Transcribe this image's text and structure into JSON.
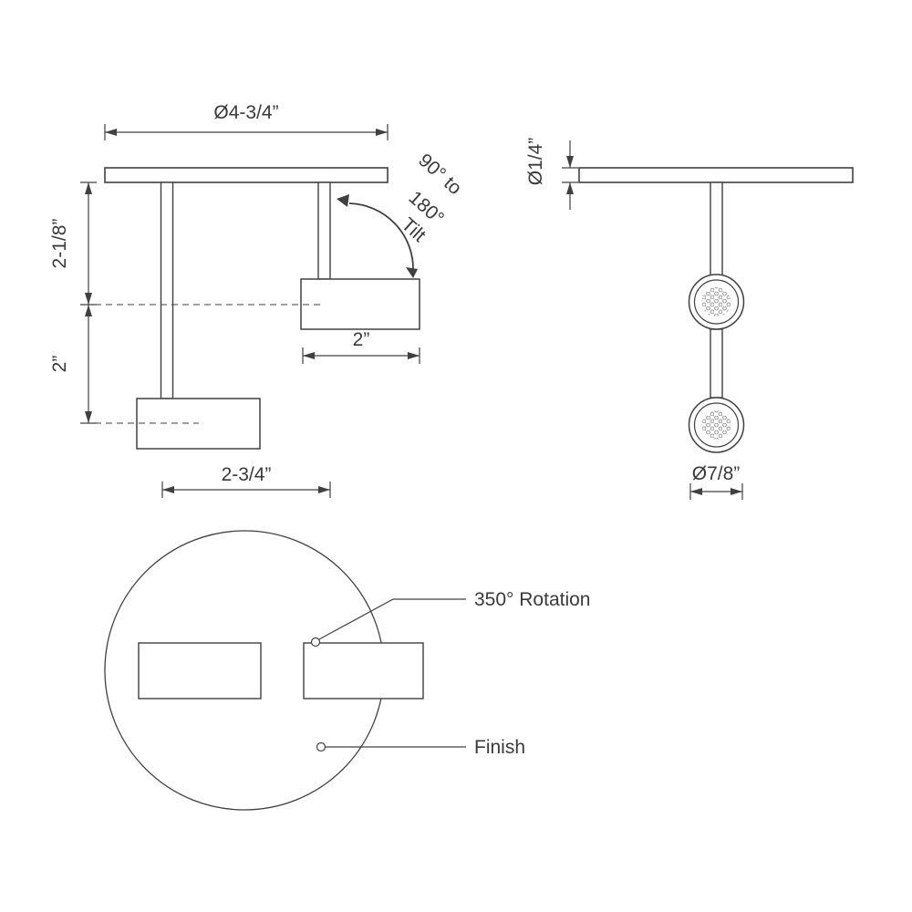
{
  "page": {
    "background": "#ffffff"
  },
  "colors": {
    "line": "#404040",
    "text": "#3a3a3a",
    "led_dots": "#8a8a8a"
  },
  "side_view": {
    "dim_canopy_width": "Ø4-3/4”",
    "dim_upper_drop": "2-1/8”",
    "dim_lower_drop": "2”",
    "dim_head_length": "2”",
    "dim_head_spacing": "2-3/4”",
    "tilt_note_line1": "90° to",
    "tilt_note_line2": "180°",
    "tilt_note_line3": "Tilt"
  },
  "front_view": {
    "dim_canopy_thickness": "Ø1/4”",
    "dim_head_diameter": "Ø7/8”"
  },
  "plan_view": {
    "rotation_label": "350° Rotation",
    "finish_label": "Finish"
  }
}
